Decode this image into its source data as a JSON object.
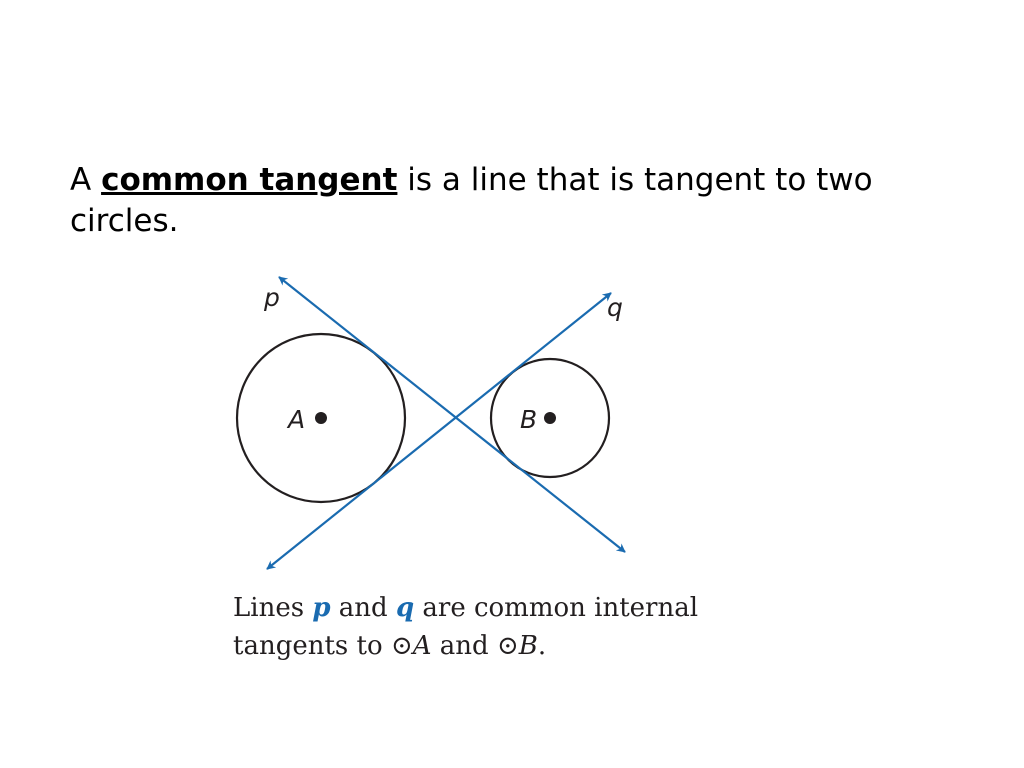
{
  "definition": {
    "prefix": "A ",
    "term": "common tangent",
    "suffix": " is a line that is tangent to two circles."
  },
  "diagram": {
    "line_p_label": "p",
    "line_q_label": "q",
    "circle_a_label": "A",
    "circle_b_label": "B",
    "line_color": "#1a6bb0",
    "circle_color": "#231f20"
  },
  "caption": {
    "part1": "Lines ",
    "p": "p",
    "part2": " and ",
    "q": "q",
    "part3": " are common internal tangents to ",
    "circle_symbol_1": "⊙",
    "a": "A",
    "part4": " and ",
    "circle_symbol_2": "⊙",
    "b": "B",
    "part5": "."
  }
}
